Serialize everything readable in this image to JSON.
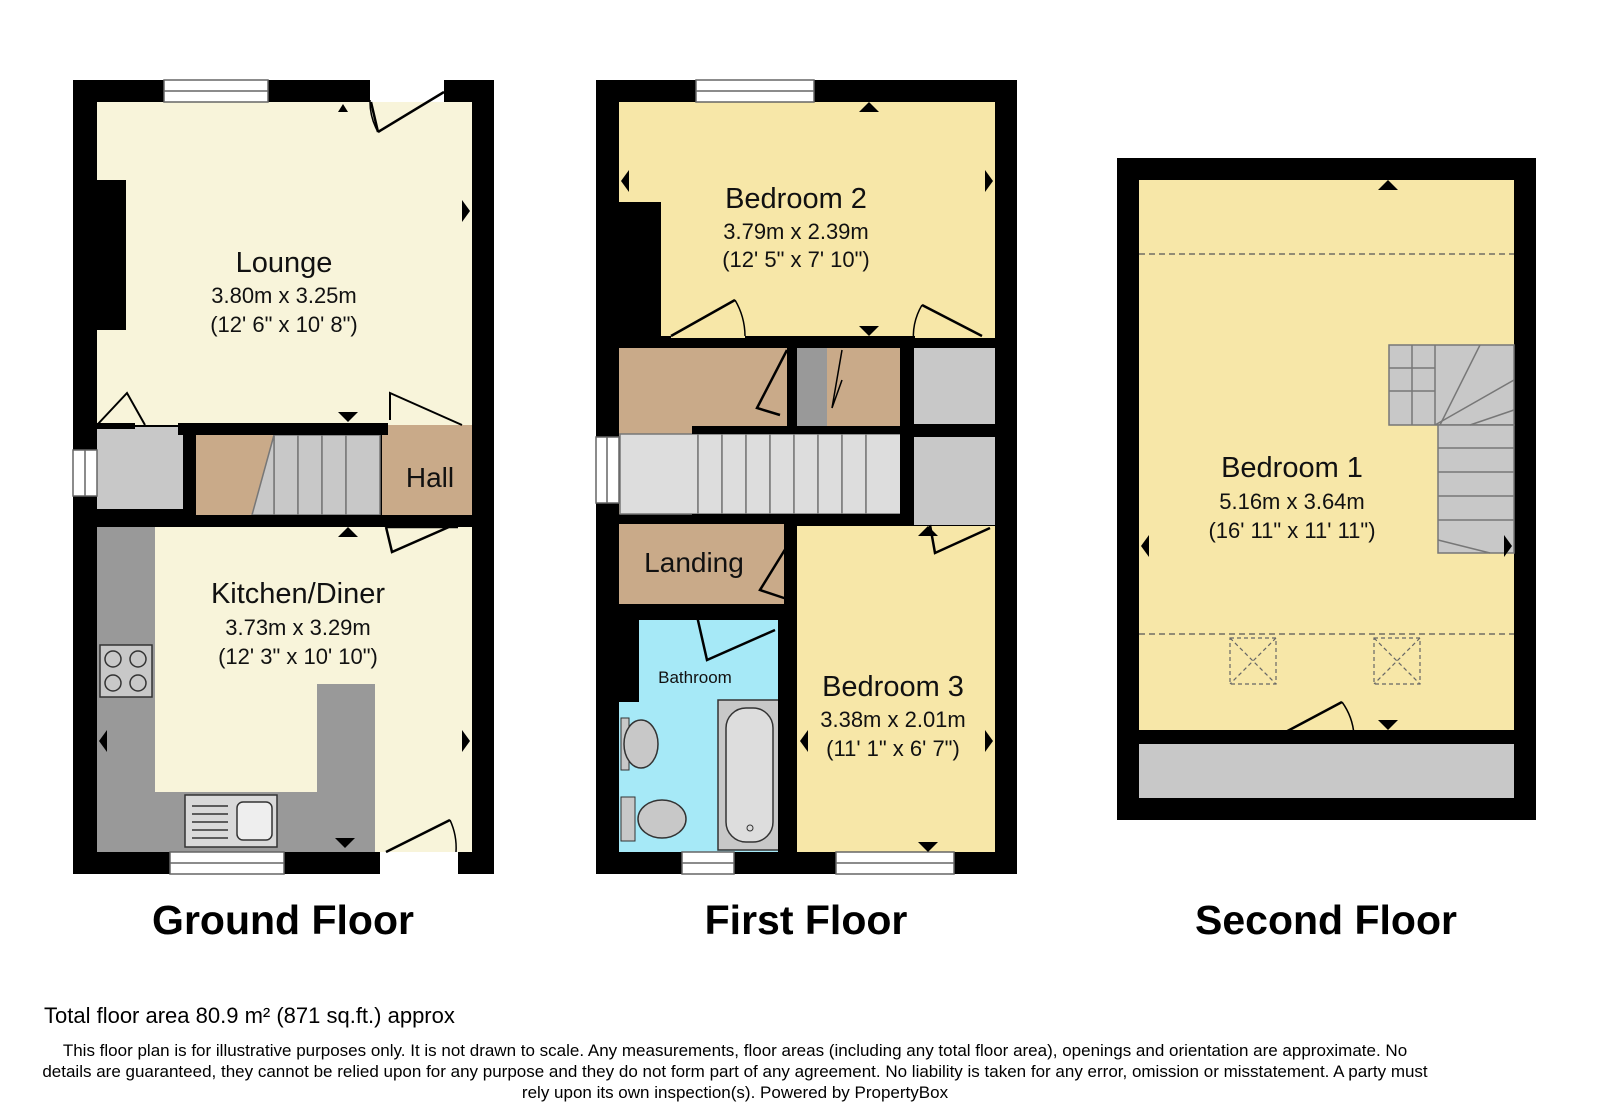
{
  "floors": {
    "ground": {
      "label": "Ground Floor",
      "lounge": {
        "name": "Lounge",
        "metric": "3.80m x 3.25m",
        "imperial": "(12' 6\" x 10' 8\")"
      },
      "hall": {
        "name": "Hall"
      },
      "kitchen": {
        "name": "Kitchen/Diner",
        "metric": "3.73m x 3.29m",
        "imperial": "(12' 3\" x 10' 10\")"
      }
    },
    "first": {
      "label": "First Floor",
      "bedroom2": {
        "name": "Bedroom 2",
        "metric": "3.79m x 2.39m",
        "imperial": "(12' 5\" x 7' 10\")"
      },
      "landing": {
        "name": "Landing"
      },
      "bathroom": {
        "name": "Bathroom"
      },
      "bedroom3": {
        "name": "Bedroom 3",
        "metric": "3.38m x 2.01m",
        "imperial": "(11' 1\" x 6' 7\")"
      }
    },
    "second": {
      "label": "Second Floor",
      "bedroom1": {
        "name": "Bedroom 1",
        "metric": "5.16m x 3.64m",
        "imperial": "(16' 11\" x 11' 11\")"
      }
    }
  },
  "footer": {
    "total_area": "Total floor area 80.9 m² (871 sq.ft.) approx",
    "disclaimer": "This floor plan is for illustrative purposes only. It is not drawn to scale. Any measurements, floor areas (including any total floor area), openings and orientation are approximate. No details are guaranteed, they cannot be relied upon for any purpose and they do not form part of any agreement. No liability is taken for any error, omission or misstatement. A party must rely upon its own inspection(s). Powered by PropertyBox"
  },
  "colors": {
    "wall": "#000000",
    "lounge_fill": "#f8f4da",
    "bedroom_fill": "#f7e7a8",
    "hall_fill": "#c9aa89",
    "cupboard_fill": "#c8c8c8",
    "bathroom_fill": "#a6e9f7",
    "worktop_fill": "#999999"
  }
}
